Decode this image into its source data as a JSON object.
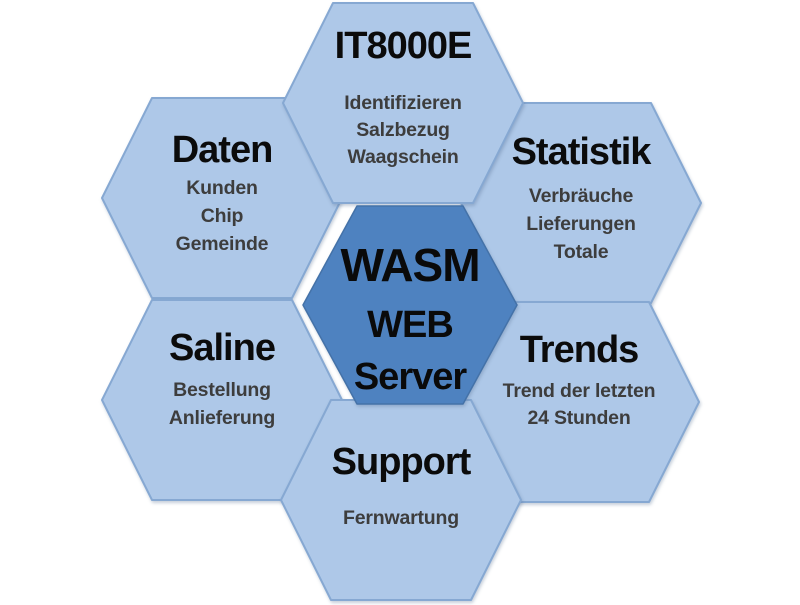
{
  "center": {
    "lines": [
      "WASM",
      "WEB",
      "Server"
    ]
  },
  "hexes": {
    "it8000e": {
      "title": "IT8000E",
      "lines": [
        "Identifizieren",
        "Salzbezug",
        "Waagschein"
      ]
    },
    "daten": {
      "title": "Daten",
      "lines": [
        "Kunden",
        "Chip",
        "Gemeinde"
      ]
    },
    "statistik": {
      "title": "Statistik",
      "lines": [
        "Verbräuche",
        "Lieferungen",
        "Totale"
      ]
    },
    "saline": {
      "title": "Saline",
      "lines": [
        "Bestellung",
        "Anlieferung"
      ]
    },
    "trends": {
      "title": "Trends",
      "lines": [
        "Trend der letzten",
        "24 Stunden"
      ]
    },
    "support": {
      "title": "Support",
      "lines": [
        "Fernwartung"
      ]
    }
  },
  "colors": {
    "background": "#ffffff",
    "outer_fill": "#aec8e8",
    "outer_stroke": "#86a8d2",
    "center_fill": "#4e82c0",
    "center_stroke": "#4472a8",
    "title_color": "#0b0b0b",
    "subtitle_color": "#3d3d3d"
  }
}
